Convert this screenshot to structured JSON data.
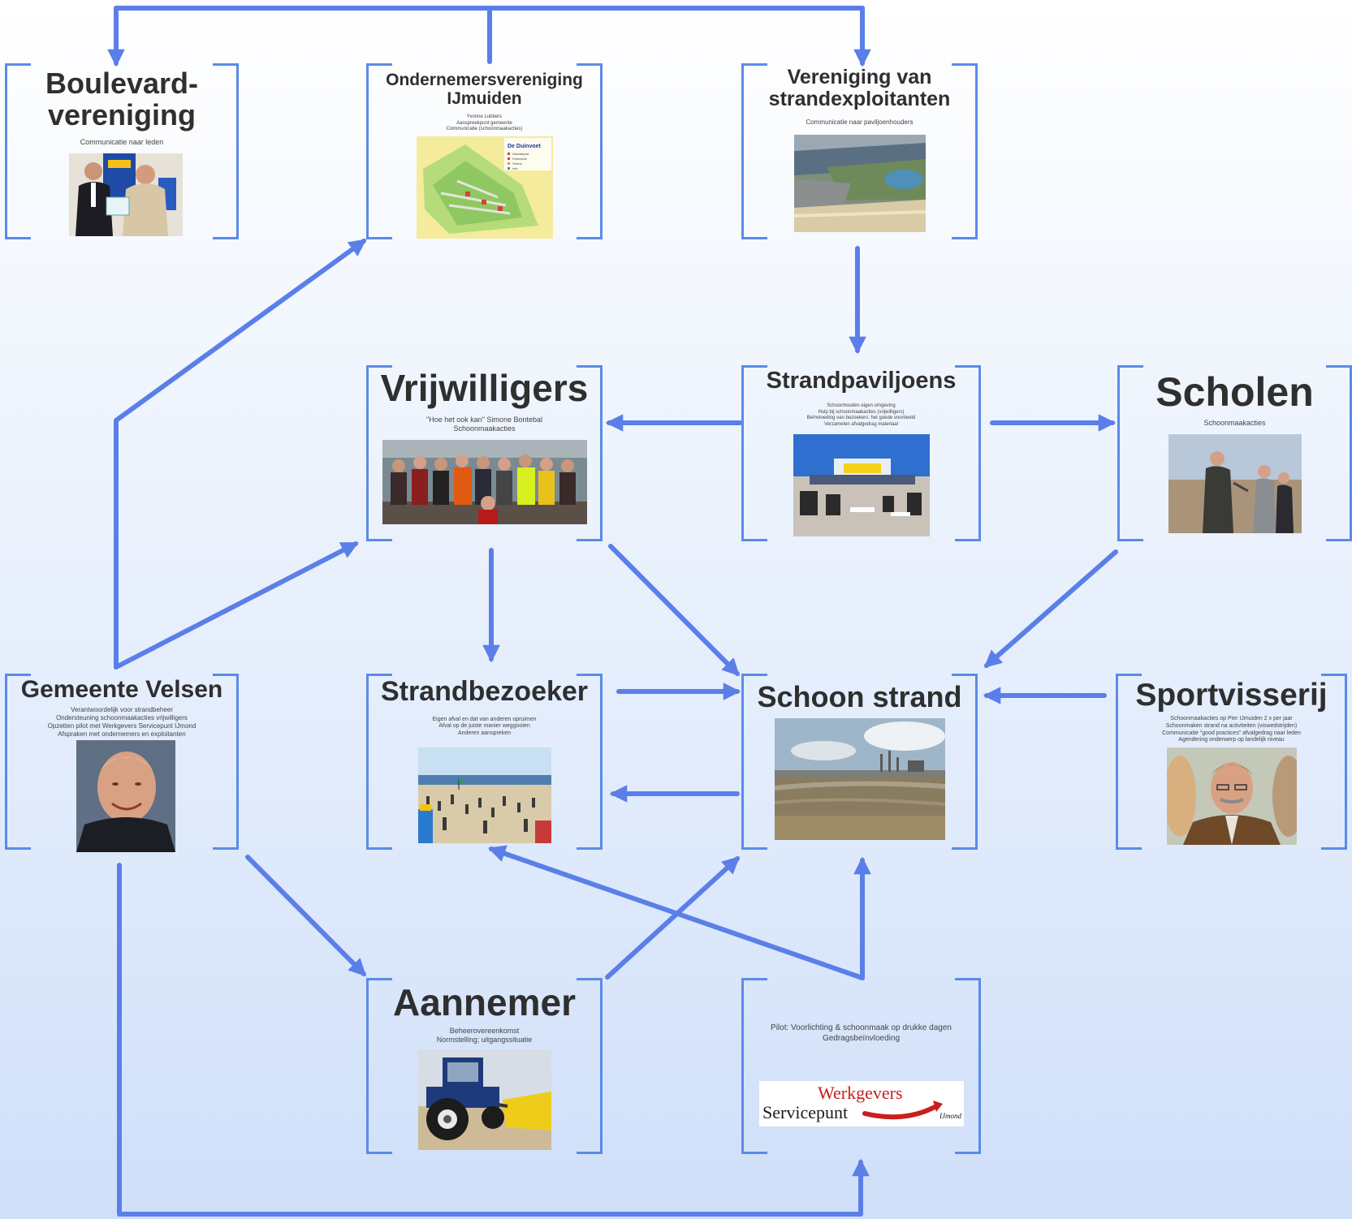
{
  "nodes": {
    "boulevard": {
      "title": "Boulevard-\nvereniging",
      "sub": "Communicatie naar leden"
    },
    "ondernemers": {
      "title": "Ondernemersvereniging\nIJmuiden",
      "sub": "Yvonne Lubbers\nAanspreekpunt gemeente\nCommunicatie (schoonmaakacties)",
      "map_title": "De Duinvoet",
      "map_legend": [
        "Wandelpad",
        "Fietsroute",
        "Strand",
        "Info"
      ]
    },
    "strandexploitanten": {
      "title": "Vereniging van\nstrandexploitanten",
      "sub": "Communicatie naar paviljoenhouders"
    },
    "vrijwilligers": {
      "title": "Vrijwilligers",
      "sub": "\"Hoe het ook kan\" Simone Bontebal\nSchoonmaakacties"
    },
    "strandpaviljoens": {
      "title": "Strandpaviljoens",
      "sub": "Schoonhouden eigen omgeving\nHulp bij schoonmaakacties (vrijwilligers)\nBeïnvloeding van bezoekers: het goede voorbeeld\nVerzamelen afvalgedrag materiaal"
    },
    "scholen": {
      "title": "Scholen",
      "sub": "Schoonmaakacties"
    },
    "gemeente": {
      "title": "Gemeente Velsen",
      "sub": "Verantwoordelijk voor strandbeheer\nOndersteuning schoonmaakacties vrijwilligers\nOpzetten pilot met Werkgevers Servicepunt IJmond\nAfspraken met ondernemers en exploitanten"
    },
    "strandbezoeker": {
      "title": "Strandbezoeker",
      "sub": "Eigen afval en dat van anderen opruimen\nAfval op de juiste manier weggooien\nAnderen aanspreken"
    },
    "schoonstrand": {
      "title": "Schoon strand",
      "sub": ""
    },
    "sportvisserij": {
      "title": "Sportvisserij",
      "sub": "Schoonmaakacties op Pier IJmuiden 2 x per jaar\nSchoonmaken strand na activiteiten (viswedstrijden)\nCommunicatie \"good practices\" afvalgedrag naar leden\nAgendering onderwerp op landelijk niveau"
    },
    "aannemer": {
      "title": "Aannemer",
      "sub": "Beheerovereenkomst\nNormstelling; uitgangssituatie"
    },
    "werkgevers": {
      "title": "",
      "sub": "Pilot: Voorlichting & schoonmaak op drukke dagen\nGedragsbeïnvloeding",
      "logo_top": "Werkgevers",
      "logo_bottom": "Servicepunt",
      "logo_small": "IJmond"
    }
  },
  "colors": {
    "arrow": "#5b7fe8",
    "bracket": "#5b8be8",
    "title": "#2f2f2f",
    "logo_red": "#c81e1e"
  }
}
